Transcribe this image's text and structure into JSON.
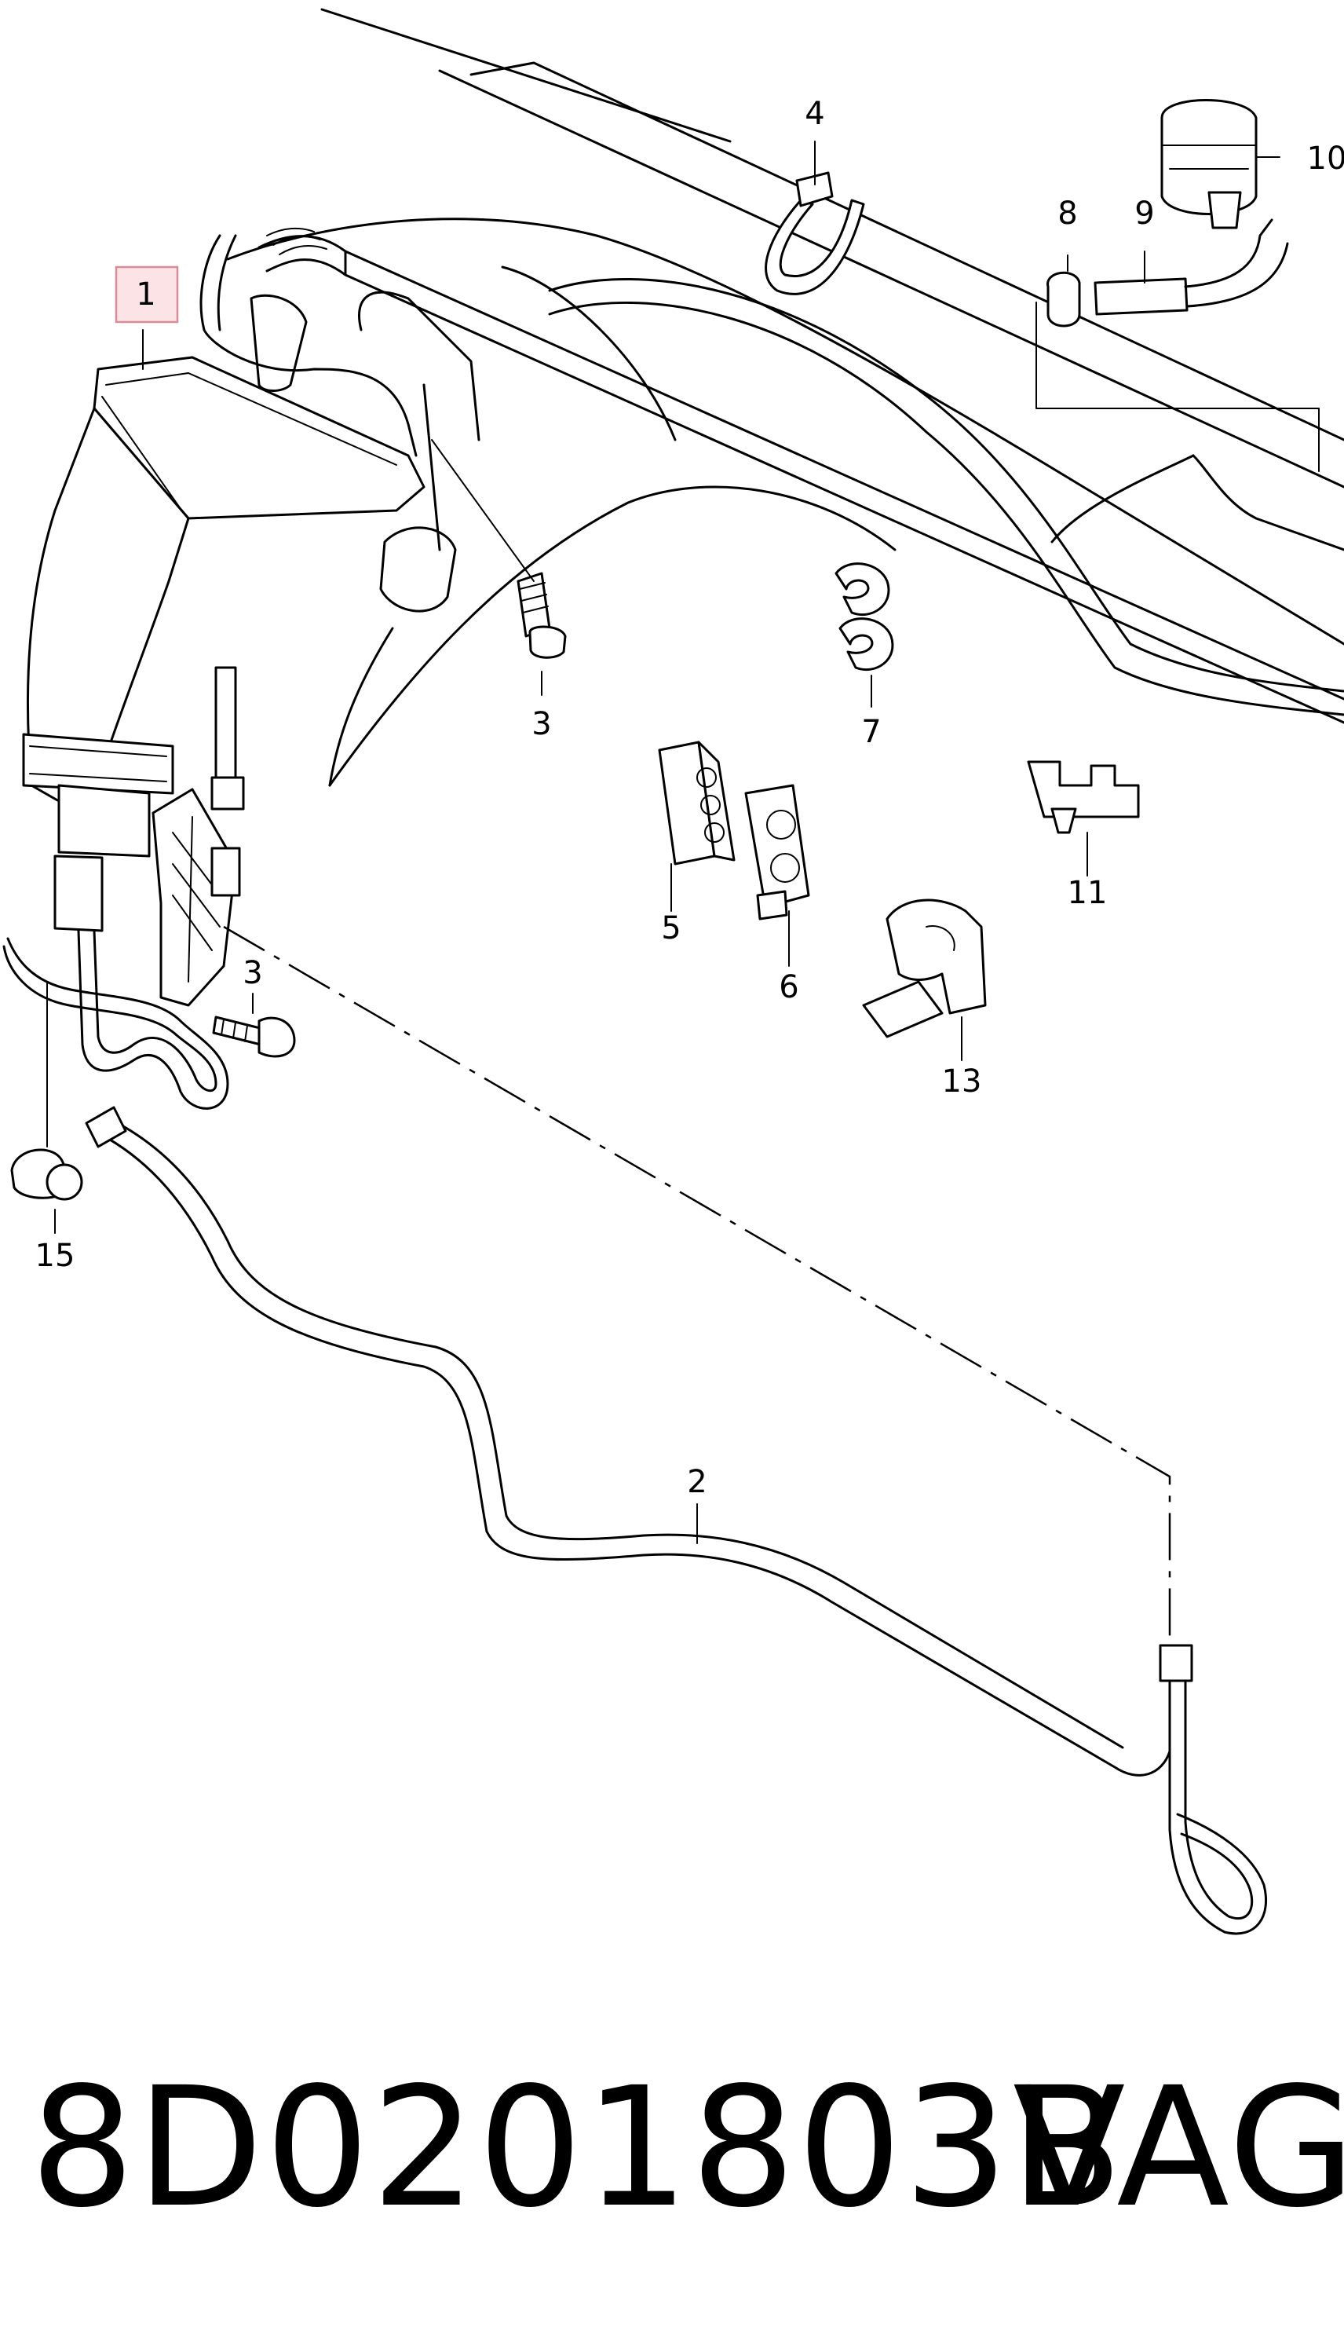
{
  "diagram": {
    "callouts": [
      {
        "id": "callout-1",
        "text": "1",
        "highlighted": true
      },
      {
        "id": "callout-2",
        "text": "2"
      },
      {
        "id": "callout-3a",
        "text": "3"
      },
      {
        "id": "callout-3b",
        "text": "3"
      },
      {
        "id": "callout-4",
        "text": "4"
      },
      {
        "id": "callout-5",
        "text": "5"
      },
      {
        "id": "callout-6",
        "text": "6"
      },
      {
        "id": "callout-7",
        "text": "7"
      },
      {
        "id": "callout-8",
        "text": "8"
      },
      {
        "id": "callout-9",
        "text": "9"
      },
      {
        "id": "callout-10",
        "text": "10"
      },
      {
        "id": "callout-11",
        "text": "11"
      },
      {
        "id": "callout-13",
        "text": "13"
      },
      {
        "id": "callout-15",
        "text": "15"
      }
    ],
    "highlight_color": "#fbe3e6"
  },
  "footer": {
    "part_number": "8D0201803B",
    "brand": "VAG"
  }
}
